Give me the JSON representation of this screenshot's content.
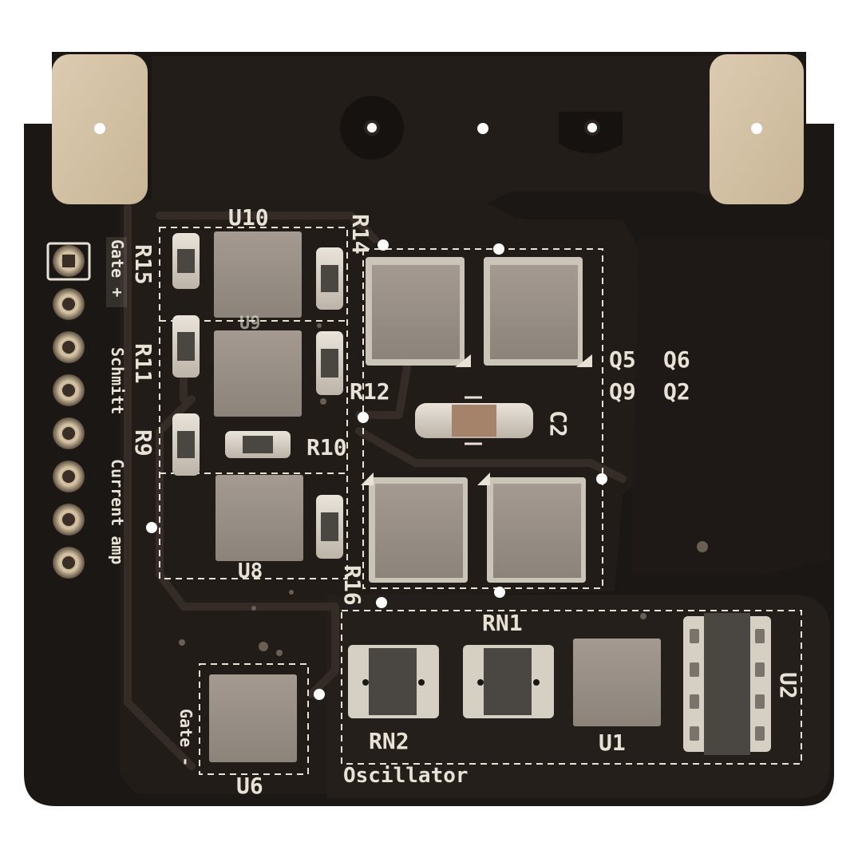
{
  "board": {
    "colors": {
      "substrate": "#1b1714",
      "copper_pour": "#2a2320",
      "trace": "#3a302b",
      "silkscreen": "#e8e2d6",
      "pad_gold": "#d4c3a8",
      "ic_body": "#9c928a",
      "dark_part": "#4a4642",
      "pin_header": "#c9b89c"
    }
  },
  "designators": {
    "U10": "U10",
    "U9": "U9",
    "U8": "U8",
    "U6": "U6",
    "U1": "U1",
    "U2": "U2",
    "R15": "R15",
    "R14": "R14",
    "R11": "R11",
    "R12": "R12",
    "R9": "R9",
    "R10": "R10",
    "R16": "R16",
    "C2": "C2",
    "Q5": "Q5",
    "Q6": "Q6",
    "Q9": "Q9",
    "Q2": "Q2",
    "RN1": "RN1",
    "RN2": "RN2"
  },
  "section_labels": {
    "gate_plus": "Gate +",
    "schmitt": "Schmitt",
    "current_amp": "Current amp",
    "gate_minus": "Gate -",
    "oscillator": "Oscillator"
  },
  "icons": {
    "mounting_tab": "gold-pad-icon",
    "via": "via-icon",
    "pin_header": "pin-header-icon"
  }
}
